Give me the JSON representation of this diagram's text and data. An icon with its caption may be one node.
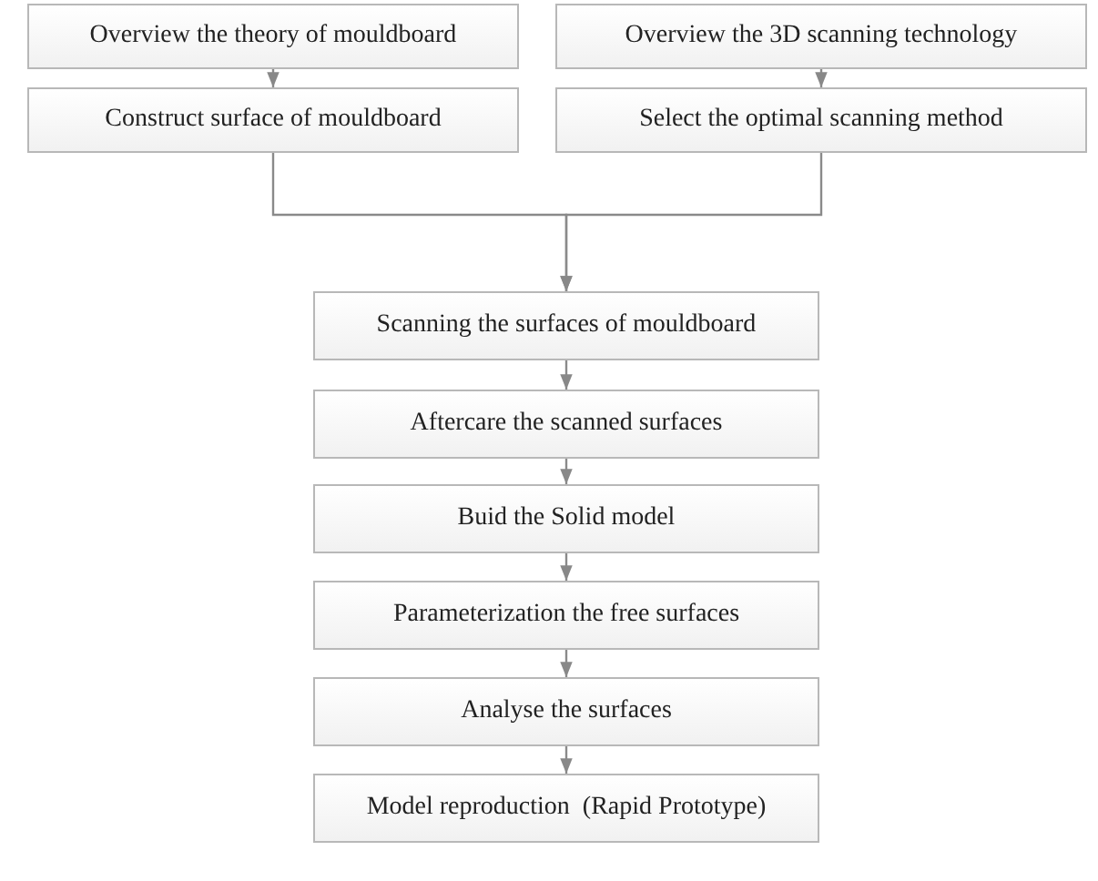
{
  "diagram": {
    "nodes": [
      {
        "text": [
          "Overview the theory of mouldboard"
        ]
      },
      {
        "text": [
          "Overview the 3D scanning technology"
        ]
      },
      {
        "text": [
          "Construct surface of mouldboard"
        ]
      },
      {
        "text": [
          "Select the optimal scanning method"
        ]
      },
      {
        "text": [
          "Scanning the surfaces of mouldboard"
        ]
      },
      {
        "text": [
          "Aftercare the scanned surfaces"
        ]
      },
      {
        "text": [
          "Buid the Solid model"
        ]
      },
      {
        "text": [
          "Parameterization the free surfaces"
        ]
      },
      {
        "text": [
          "Analyse the surfaces"
        ]
      },
      {
        "text": [
          "Model reproduction  (Rapid Prototype)"
        ]
      }
    ],
    "edges": [
      {
        "from": 0,
        "to": 2,
        "arrow": "to"
      },
      {
        "from": 1,
        "to": 3,
        "arrow": "to"
      },
      {
        "from": 2,
        "to": 4,
        "arrow": "to"
      },
      {
        "from": 3,
        "to": 4,
        "arrow": "to"
      },
      {
        "from": 4,
        "to": 5,
        "arrow": "to"
      },
      {
        "from": 5,
        "to": 6,
        "arrow": "to"
      },
      {
        "from": 6,
        "to": 7,
        "arrow": "to"
      },
      {
        "from": 7,
        "to": 8,
        "arrow": "to"
      },
      {
        "from": 8,
        "to": 9,
        "arrow": "to"
      }
    ]
  }
}
